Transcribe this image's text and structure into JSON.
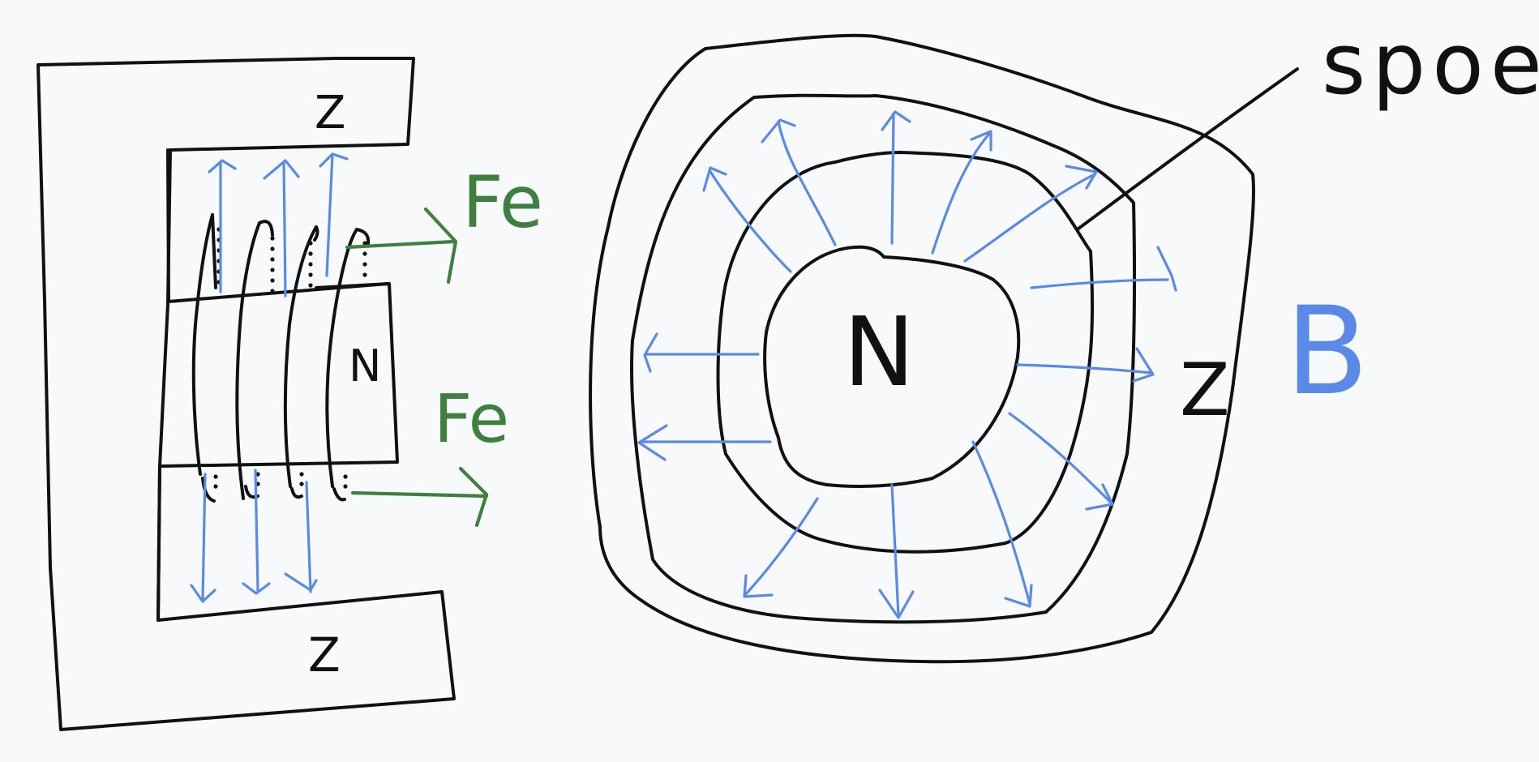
{
  "diagram": {
    "side_view": {
      "top_pole_label": "Z",
      "bottom_pole_label": "Z",
      "center_pole_label": "N",
      "force_label_upper": "Fe",
      "force_label_lower": "Fe"
    },
    "top_view": {
      "center_pole_label": "N",
      "outer_pole_label": "Z",
      "coil_label": "spoel",
      "field_label": "B"
    },
    "colors": {
      "ink": "#111111",
      "field": "#5a8ae6",
      "force": "#3f7f3f",
      "background": "#f8f9fb"
    }
  }
}
